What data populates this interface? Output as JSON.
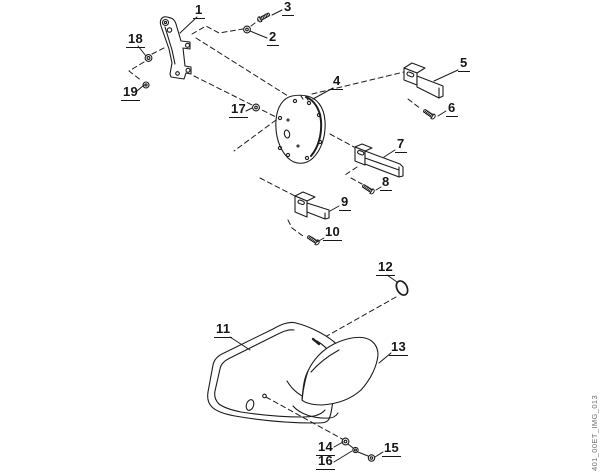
{
  "diagram": {
    "background": "#ffffff",
    "line_color": "#1c1c1c",
    "watermark_color": "#6e6e6e",
    "watermark": "401_00ET_IMG_013",
    "part_labels": {
      "p1": "1",
      "p2": "2",
      "p3": "3",
      "p4": "4",
      "p5": "5",
      "p6": "6",
      "p7": "7",
      "p8": "8",
      "p9": "9",
      "p10": "10",
      "p11": "11",
      "p12": "12",
      "p13": "13",
      "p14": "14",
      "p15": "15",
      "p16": "16",
      "p17": "17",
      "p18": "18",
      "p19": "19"
    }
  }
}
